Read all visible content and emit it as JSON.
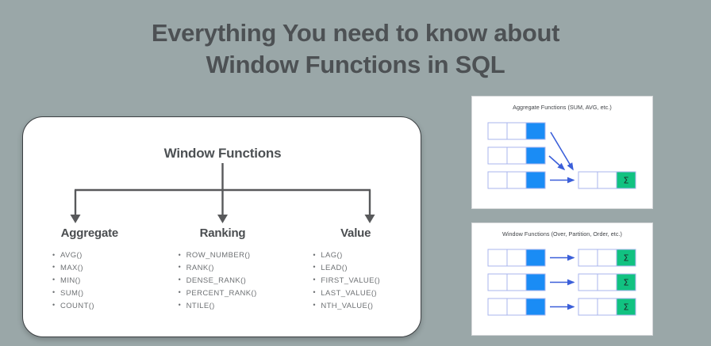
{
  "page": {
    "background_color": "#9aa7a8",
    "title_lines": [
      "Everything You need to know about",
      "Window Functions in SQL"
    ],
    "title_color": "#4d5154"
  },
  "card": {
    "root_label": "Window Functions",
    "columns": [
      {
        "heading": "Aggregate",
        "items": [
          "AVG()",
          "MAX()",
          "MIN()",
          "SUM()",
          "COUNT()"
        ]
      },
      {
        "heading": "Ranking",
        "items": [
          "ROW_NUMBER()",
          "RANK()",
          "DENSE_RANK()",
          "PERCENT_RANK()",
          "NTILE()"
        ]
      },
      {
        "heading": "Value",
        "items": [
          "LAG()",
          "LEAD()",
          "FIRST_VALUE()",
          "LAST_VALUE()",
          "NTH_VALUE()"
        ]
      }
    ],
    "connector_color": "#58595b"
  },
  "panels": [
    {
      "id": "aggregate",
      "title": "Aggregate Functions (SUM, AVG, etc.)",
      "input_rows": 3,
      "output_rows": 1,
      "cells_per_row": 3,
      "highlight_cell_index": 2,
      "output_symbol": "Σ",
      "arrow_color": "#3b5fd9",
      "highlight_color": "#1a8cf5",
      "result_color": "#11c281",
      "cell_border_color": "#a9b6ee"
    },
    {
      "id": "window",
      "title": "Window Functions (Over, Partition, Order, etc.)",
      "input_rows": 3,
      "output_rows": 3,
      "cells_per_row": 3,
      "highlight_cell_index": 2,
      "output_symbol": "Σ",
      "arrow_color": "#3b5fd9",
      "highlight_color": "#1a8cf5",
      "result_color": "#11c281",
      "cell_border_color": "#a9b6ee"
    }
  ]
}
